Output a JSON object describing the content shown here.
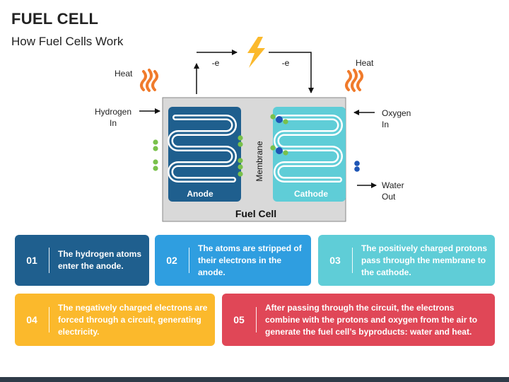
{
  "header": {
    "title": "FUEL CELL",
    "subtitle": "How Fuel Cells Work"
  },
  "diagram": {
    "electron_left": "-e",
    "electron_right": "-e",
    "heat_left": "Heat",
    "heat_right": "Heat",
    "hydrogen_in": "Hydrogen\nIn",
    "oxygen_in": "Oxygen\nIn",
    "water_out": "Water\nOut",
    "membrane": "Membrane",
    "anode": "Anode",
    "cathode": "Cathode",
    "fuel_cell": "Fuel Cell",
    "colors": {
      "anode": "#1f5f8e",
      "cathode": "#5fcdd7",
      "cell_bg": "#d9d9d9",
      "heat": "#f07b2c",
      "bolt": "#fbb92c",
      "hydrogen": "#79c14b",
      "oxygen": "#1e55b5"
    }
  },
  "steps": [
    {
      "num": "01",
      "text": "The hydrogen atoms enter the anode.",
      "color": "#1f5f8e"
    },
    {
      "num": "02",
      "text": "The atoms are stripped of their electrons in the anode.",
      "color": "#2f9ee0"
    },
    {
      "num": "03",
      "text": "The positively charged protons pass through the membrane to the cathode.",
      "color": "#5fcdd7"
    },
    {
      "num": "04",
      "text": "The negatively charged electrons are forced through a circuit, generating electricity.",
      "color": "#fbb92c"
    },
    {
      "num": "05",
      "text": "After passing through the circuit, the electrons combine with the protons and oxygen from the air to generate the fuel cell’s byproducts: water and heat.",
      "color": "#e04757"
    }
  ]
}
